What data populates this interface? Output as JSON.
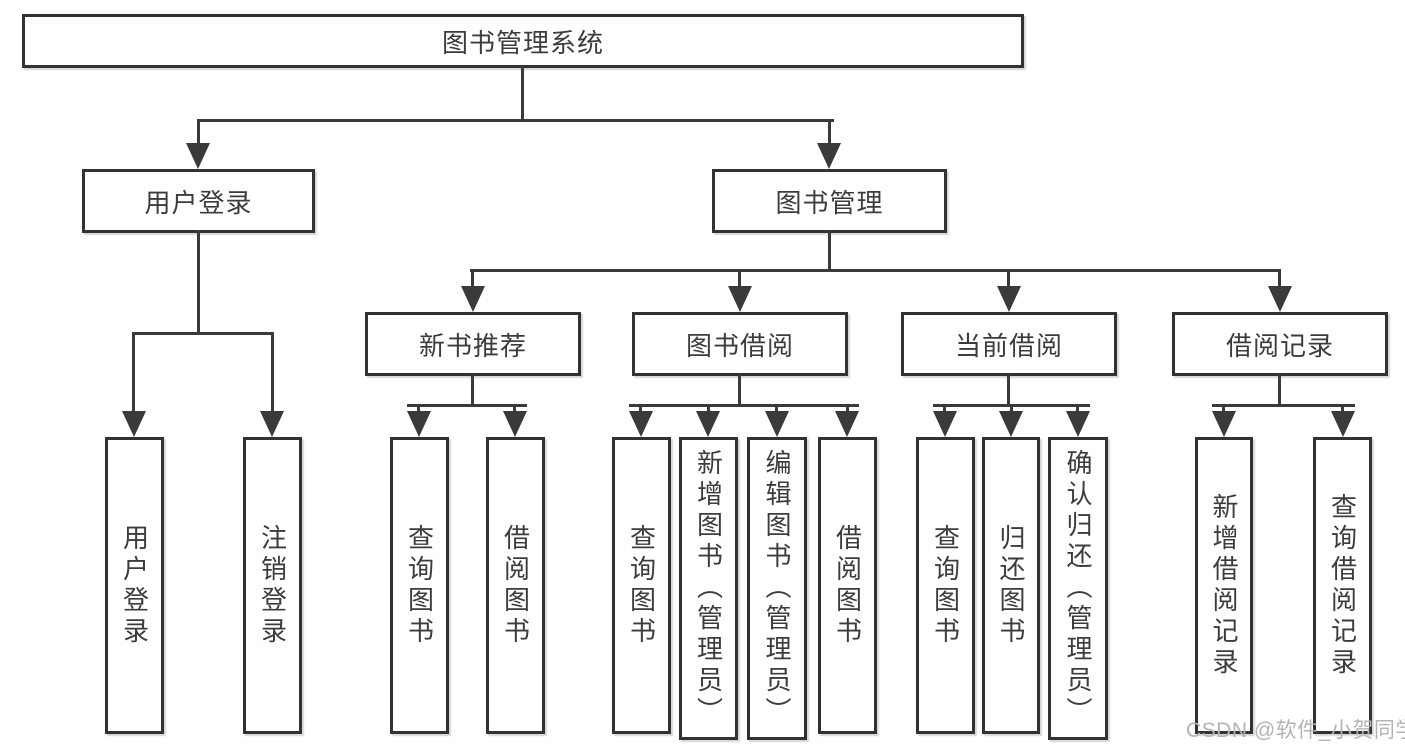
{
  "tree": {
    "root": {
      "label": "图书管理系统"
    },
    "level2": [
      {
        "label": "用户登录"
      },
      {
        "label": "图书管理"
      }
    ],
    "level3": [
      {
        "label": "新书推荐"
      },
      {
        "label": "图书借阅"
      },
      {
        "label": "当前借阅"
      },
      {
        "label": "借阅记录"
      }
    ],
    "leaves": [
      {
        "label": "用户登录",
        "parent": "用户登录"
      },
      {
        "label": "注销登录",
        "parent": "用户登录"
      },
      {
        "label": "查询图书",
        "parent": "新书推荐"
      },
      {
        "label": "借阅图书",
        "parent": "新书推荐"
      },
      {
        "label": "查询图书",
        "parent": "图书借阅"
      },
      {
        "label": "新增图书（管理员）",
        "parent": "图书借阅"
      },
      {
        "label": "编辑图书（管理员）",
        "parent": "图书借阅"
      },
      {
        "label": "借阅图书",
        "parent": "图书借阅"
      },
      {
        "label": "查询图书",
        "parent": "当前借阅"
      },
      {
        "label": "归还图书",
        "parent": "当前借阅"
      },
      {
        "label": "确认归还（管理员）",
        "parent": "当前借阅"
      },
      {
        "label": "新增借阅记录",
        "parent": "借阅记录"
      },
      {
        "label": "查询借阅记录",
        "parent": "借阅记录"
      }
    ]
  },
  "watermark": {
    "text": "CSDN @软件_小贺同学"
  },
  "colors": {
    "background": "#ffffff",
    "box_border": "#323232",
    "line": "#3a3a3a",
    "text": "#3c3c3c",
    "watermark": "#b4b4b4"
  }
}
